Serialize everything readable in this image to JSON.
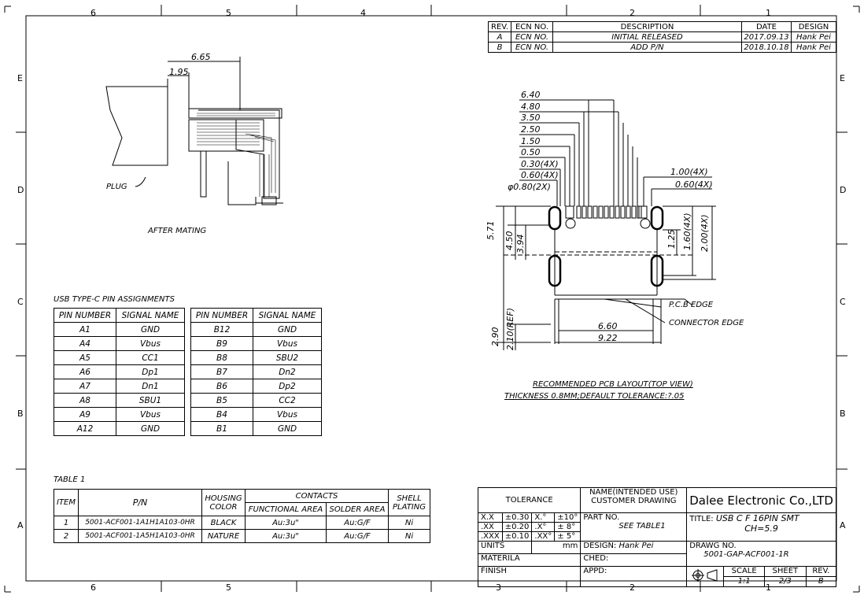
{
  "border": {
    "columns_top": [
      "6",
      "5",
      "4",
      "2",
      "1"
    ],
    "columns_bottom": [
      "6",
      "5",
      "3",
      "2",
      "1"
    ],
    "rows_left": [
      "E",
      "D",
      "C",
      "B",
      "A"
    ],
    "rows_right": [
      "E",
      "D",
      "C",
      "B",
      "A"
    ]
  },
  "revision_table": {
    "headers": [
      "REV.",
      "ECN NO.",
      "DESCRIPTION",
      "DATE",
      "DESIGN"
    ],
    "rows": [
      [
        "A",
        "ECN NO.",
        "INITIAL RELEASED",
        "2017.09.13",
        "Hank Pei"
      ],
      [
        "B",
        "ECN NO.",
        "ADD P/N",
        "2018.10.18",
        "Hank Pei"
      ]
    ]
  },
  "mating_view": {
    "dim_total": "6.65",
    "dim_plug": "1.95",
    "plug_label": "PLUG",
    "caption": "AFTER MATING"
  },
  "pin_section": {
    "title": "USB TYPE-C PIN ASSIGNMENTS",
    "headers": [
      "PIN NUMBER",
      "SIGNAL NAME"
    ],
    "table_a": [
      [
        "A1",
        "GND"
      ],
      [
        "A4",
        "Vbus"
      ],
      [
        "A5",
        "CC1"
      ],
      [
        "A6",
        "Dp1"
      ],
      [
        "A7",
        "Dn1"
      ],
      [
        "A8",
        "SBU1"
      ],
      [
        "A9",
        "Vbus"
      ],
      [
        "A12",
        "GND"
      ]
    ],
    "table_b": [
      [
        "B12",
        "GND"
      ],
      [
        "B9",
        "Vbus"
      ],
      [
        "B8",
        "SBU2"
      ],
      [
        "B7",
        "Dn2"
      ],
      [
        "B6",
        "Dp2"
      ],
      [
        "B5",
        "CC2"
      ],
      [
        "B4",
        "Vbus"
      ],
      [
        "B1",
        "GND"
      ]
    ]
  },
  "table1": {
    "title": "TABLE 1",
    "h_item": "ITEM",
    "h_pn": "P/N",
    "h_housing": "HOUSING COLOR",
    "h_contacts": "CONTACTS",
    "h_functional": "FUNCTIONAL AREA",
    "h_solder": "SOLDER AREA",
    "h_shell": "SHELL PLATING",
    "rows": [
      [
        "1",
        "5001-ACF001-1A1H1A103-0HR",
        "BLACK",
        "Au:3u\"",
        "Au:G/F",
        "Ni"
      ],
      [
        "2",
        "5001-ACF001-1A5H1A103-0HR",
        "NATURE",
        "Au:3u\"",
        "Au:G/F",
        "Ni"
      ]
    ]
  },
  "pcb_layout": {
    "left_dims": [
      "6.40",
      "4.80",
      "3.50",
      "2.50",
      "1.50",
      "0.50",
      "0.30(4X)",
      "0.60(4X)"
    ],
    "hole_dim": "φ0.80(2X)",
    "right_dims": [
      "1.00(4X)",
      "0.60(4X)"
    ],
    "vert_dims": [
      "5.71",
      "4.50",
      "3.94"
    ],
    "vert_right_dims": [
      "1.25",
      "1.60(4X)",
      "2.00(4X)"
    ],
    "bottom_left_dims": [
      "2.90",
      "2.10(REF)"
    ],
    "width_dims": [
      "6.60",
      "9.22"
    ],
    "edge_labels": [
      "P.C.B EDGE",
      "CONNECTOR EDGE"
    ],
    "caption_1": "RECOMMENDED PCB LAYOUT(TOP VIEW)",
    "caption_2": "THICKNESS 0.8MM;DEFAULT TOLERANCE:?.05"
  },
  "title_block": {
    "tolerance": "TOLERANCE",
    "tol_rows": [
      [
        "X.X",
        "±0.30",
        "X.°",
        "±10°"
      ],
      [
        ".XX",
        "±0.20",
        ".X°",
        "± 8°"
      ],
      [
        ".XXX",
        "±0.10",
        ".XX°",
        "± 5°"
      ]
    ],
    "units_label": "UNITS",
    "units_value": "mm",
    "material_label": "MATERILA",
    "finish_label": "FINISH",
    "name_label": "NAME(INTENDED USE)",
    "name_value": "CUSTOMER DRAWING",
    "part_no_label": "PART NO.",
    "part_no_value": "SEE TABLE1",
    "design_label": "DESIGN:",
    "design_value": "Hank Pei",
    "ched_label": "CHED:",
    "appd_label": "APPD:",
    "company": "Dalee Electronic Co.,LTD",
    "title_label": "TITLE:",
    "title_line1": "USB C F 16PIN SMT",
    "title_line2": "CH=5.9",
    "drawg_label": "DRAWG NO.",
    "drawg_value": "5001-GAP-ACF001-1R",
    "scale_label": "SCALE",
    "sheet_label": "SHEET",
    "rev_label": "REV.",
    "scale_value": "1:1",
    "sheet_value": "2/3",
    "rev_value": "B"
  }
}
